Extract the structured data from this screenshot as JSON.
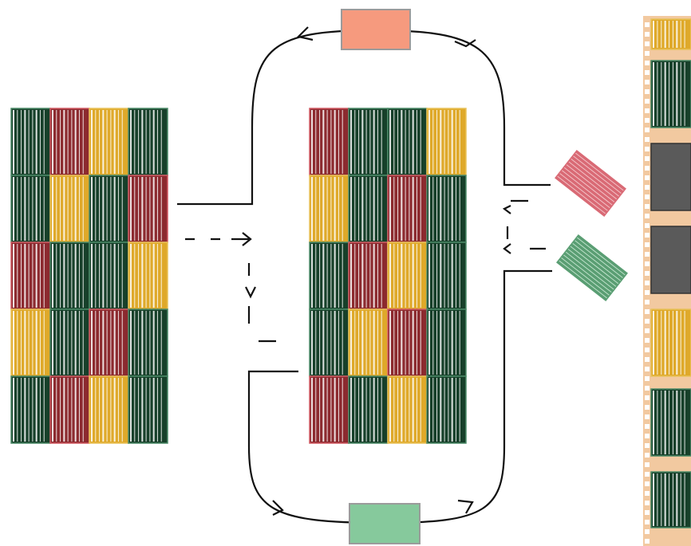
{
  "colors": {
    "dark_green": "#17402a",
    "red": "#8c2a2f",
    "gold": "#dfa92a",
    "salmon_box": "#f69a7e",
    "mint_box": "#86c99c",
    "pink_tile": "#d96a75",
    "green_tile": "#5a9e73",
    "gray_block": "#5a5a5a",
    "film_edge": "#f2c9a0",
    "line": "#111111"
  },
  "grids": {
    "left": [
      [
        "green",
        "red",
        "gold",
        "green"
      ],
      [
        "green",
        "gold",
        "green",
        "red"
      ],
      [
        "red",
        "green",
        "green",
        "gold"
      ],
      [
        "gold",
        "green",
        "red",
        "green"
      ],
      [
        "green",
        "red",
        "gold",
        "green"
      ]
    ],
    "middle": [
      [
        "red",
        "green",
        "green",
        "gold"
      ],
      [
        "gold",
        "green",
        "red",
        "green"
      ],
      [
        "green",
        "red",
        "gold",
        "green"
      ],
      [
        "green",
        "gold",
        "red",
        "green"
      ],
      [
        "red",
        "green",
        "gold",
        "green"
      ]
    ]
  },
  "film_strip": [
    "gold",
    "green",
    "gray",
    "gray",
    "gold",
    "green",
    "green"
  ],
  "slanted_tiles": [
    {
      "name": "red-slanted-tile",
      "color": "pink"
    },
    {
      "name": "green-slanted-tile",
      "color": "green"
    }
  ]
}
